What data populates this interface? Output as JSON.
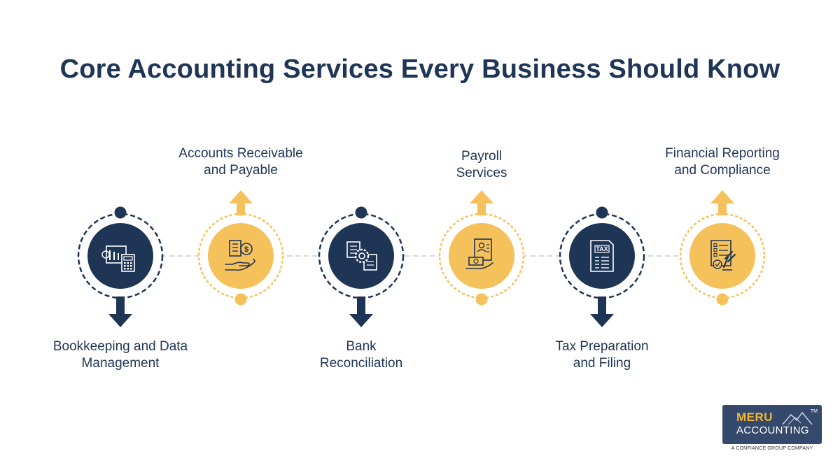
{
  "title": "Core Accounting Services Every Business Should Know",
  "colors": {
    "navy": "#1f3556",
    "gold": "#f5c15b",
    "gold_dark": "#e9a93a",
    "line": "#d8d8d8"
  },
  "steps": [
    {
      "label_lines": [
        "Bookkeeping and Data",
        "Management"
      ],
      "icon": "bookkeeping-calculator-icon",
      "style": "navy"
    },
    {
      "label_lines": [
        "Accounts Receivable",
        "and Payable"
      ],
      "icon": "hand-coin-document-icon",
      "style": "gold"
    },
    {
      "label_lines": [
        "Bank",
        "Reconciliation"
      ],
      "icon": "document-gear-icon",
      "style": "navy"
    },
    {
      "label_lines": [
        "Payroll",
        "Services"
      ],
      "icon": "payroll-document-cash-icon",
      "style": "gold"
    },
    {
      "label_lines": [
        "Tax Preparation",
        "and Filing"
      ],
      "icon": "tax-form-icon",
      "style": "navy"
    },
    {
      "label_lines": [
        "Financial Reporting",
        "and Compliance"
      ],
      "icon": "checklist-gavel-icon",
      "style": "gold"
    }
  ],
  "logo": {
    "line1": "MERU",
    "line2": "ACCOUNTING",
    "tm": "TM",
    "tagline": "A CONFIANCE GROUP COMPANY"
  }
}
